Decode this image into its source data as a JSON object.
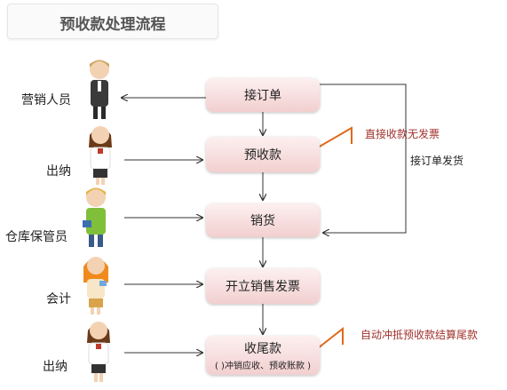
{
  "title": "预收款处理流程",
  "nodes": [
    {
      "label": "接订单"
    },
    {
      "label": "预收款"
    },
    {
      "label": "销货"
    },
    {
      "label": "开立销售发票"
    },
    {
      "label": "收尾款",
      "sub": "( )冲销应收、预收账款 )"
    }
  ],
  "roles": [
    "营销人员",
    "出纳",
    "仓库保管员",
    "会计",
    "出纳"
  ],
  "notes": {
    "direct": "直接收款无发票",
    "loop": "接订单发货",
    "auto": "自动冲抵预收款结算尾款"
  },
  "colors": {
    "note_red": "#a0322d",
    "note_black": "#222222",
    "bracket": "#e06a1a",
    "node_fill": "#f2cfcf"
  }
}
